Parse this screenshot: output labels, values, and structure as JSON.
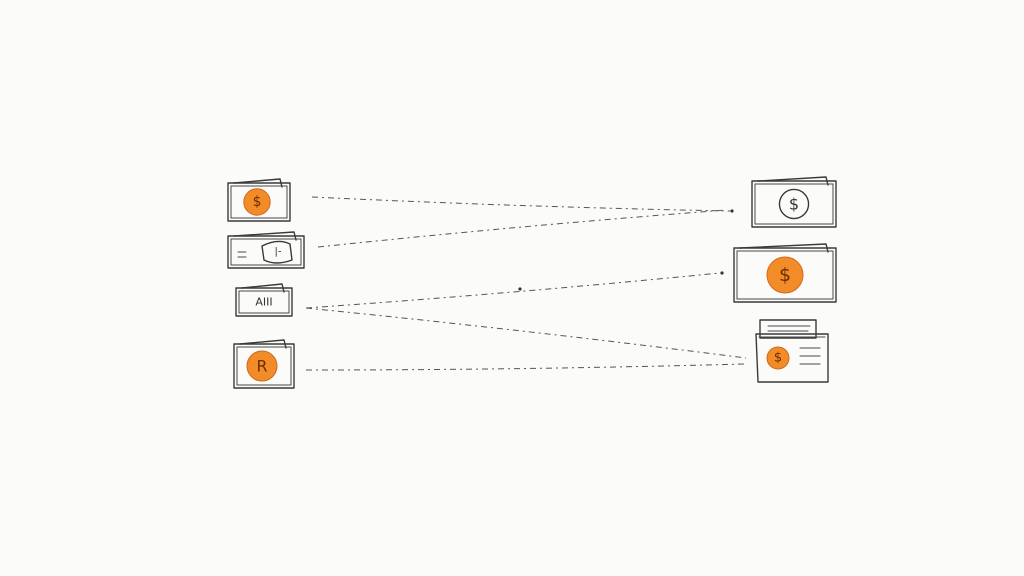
{
  "colors": {
    "background": "#fbfbf9",
    "ink": "#3a3a3a",
    "coin_fill": "#f28c28",
    "coin_stroke": "#d2691e"
  },
  "left_items": [
    {
      "kind": "wallet-coin",
      "icon": "wallet-dollar-icon",
      "glyph": "$",
      "coin": true
    },
    {
      "kind": "wallet-tag",
      "icon": "wallet-tag-icon",
      "glyph": "|-",
      "coin": false
    },
    {
      "kind": "wallet-bars",
      "icon": "wallet-bars-icon",
      "glyph": "AIII",
      "coin": false
    },
    {
      "kind": "wallet-coin",
      "icon": "wallet-coin-b-icon",
      "glyph": "R",
      "coin": true
    }
  ],
  "right_items": [
    {
      "kind": "wallet-coin-outline",
      "icon": "wallet-dollar-outline-icon",
      "glyph": "$",
      "coin": false
    },
    {
      "kind": "wallet-coin",
      "icon": "wallet-dollar-icon",
      "glyph": "$",
      "coin": true
    },
    {
      "kind": "folder-coin",
      "icon": "folder-dollar-icon",
      "glyph": "$",
      "coin": true
    }
  ],
  "connections": [
    {
      "from": 0,
      "to": 0
    },
    {
      "from": 1,
      "to": 0
    },
    {
      "from": 2,
      "to": 1
    },
    {
      "from": 2,
      "to": 2
    },
    {
      "from": 3,
      "to": 2
    }
  ]
}
